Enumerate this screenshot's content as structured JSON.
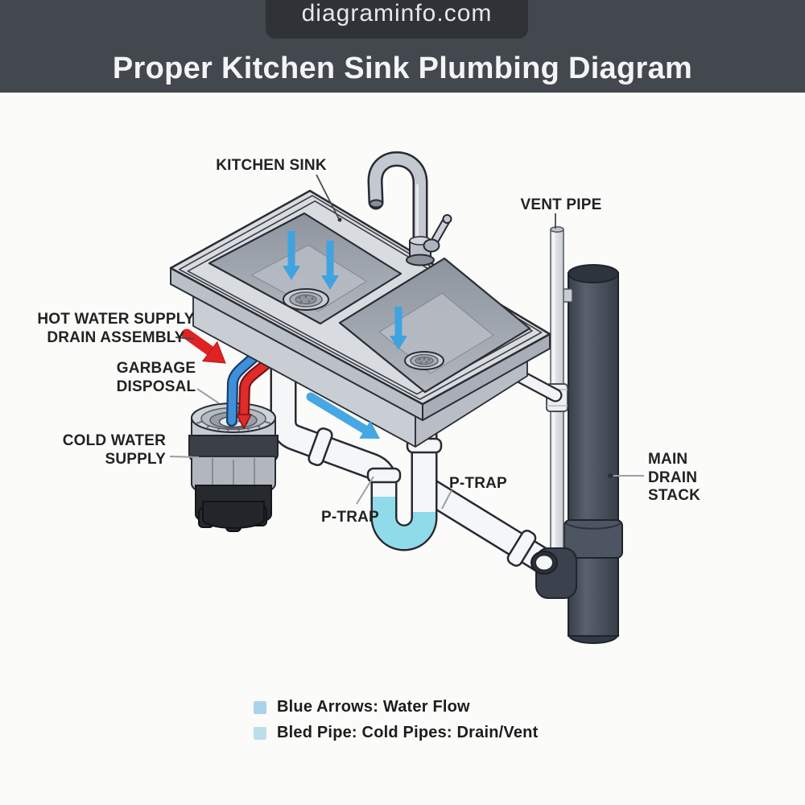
{
  "header": {
    "site": "diagraminfo.com",
    "title": "Proper Kitchen Sink Plumbing Diagram",
    "bg_color": "#43474e",
    "badge_color": "#2f3236"
  },
  "labels": {
    "kitchen_sink": "KITCHEN SINK",
    "vent_pipe": "VENT PIPE",
    "hot_water_supply": "HOT WATER SUPPLY",
    "drain_assembly": "DRAIN ASSEMBLY",
    "garbage_disposal_line1": "GARBAGE",
    "garbage_disposal_line2": "DISPOSAL",
    "cold_water_line1": "COLD WATER",
    "cold_water_line2": "SUPPLY",
    "p_trap_left": "P-TRAP",
    "p_trap_right": "P-TRAP",
    "main_drain_stack_line1": "MAIN",
    "main_drain_stack_line2": "DRAIN",
    "main_drain_stack_line3": "STACK"
  },
  "legend": {
    "items": [
      {
        "swatch_color": "#a9d3e8",
        "text": "Blue Arrows: Water Flow"
      },
      {
        "swatch_color": "#bcdfe9",
        "text": "Bled Pipe: Cold Pipes: Drain/Vent"
      }
    ]
  },
  "colors": {
    "water_flow_arrow": "#45a7e3",
    "hot_supply_line": "#e02b2b",
    "cold_supply_line": "#3f90d8",
    "trap_water": "#8fdbe9",
    "drain_stack": "#464d59",
    "pvc_pipe": "#f5f6f8"
  }
}
